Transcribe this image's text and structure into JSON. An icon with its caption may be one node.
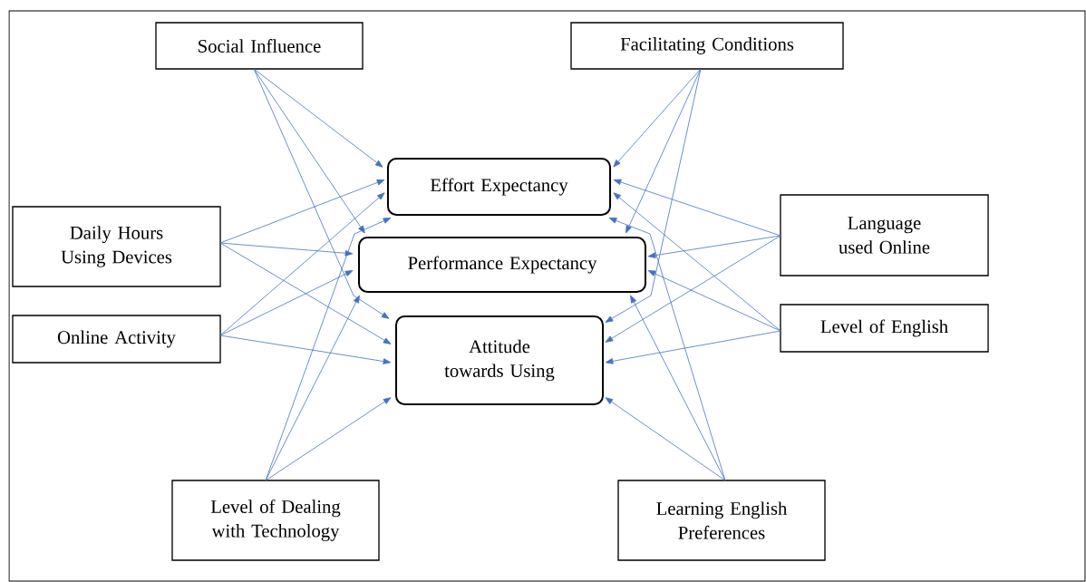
{
  "diagram": {
    "nodes": [
      {
        "text": [
          "Social Influence"
        ]
      },
      {
        "text": [
          "Facilitating Conditions"
        ]
      },
      {
        "text": [
          "Effort Expectancy"
        ]
      },
      {
        "text": [
          "Daily Hours Using Devices"
        ]
      },
      {
        "text": [
          "Language used Online"
        ]
      },
      {
        "text": [
          "Performance Expectancy"
        ]
      },
      {
        "text": [
          "Online Activity"
        ]
      },
      {
        "text": [
          "Level of English"
        ]
      },
      {
        "text": [
          "Attitude towards Using"
        ]
      },
      {
        "text": [
          "Level of Dealing with Technology"
        ]
      },
      {
        "text": [
          "Learning English Preferences"
        ]
      }
    ],
    "edges": [
      {
        "from": 0,
        "to": 2,
        "arrow": "to"
      },
      {
        "from": 0,
        "to": 5,
        "arrow": "to"
      },
      {
        "from": 0,
        "to": 8,
        "arrow": "to"
      },
      {
        "from": 1,
        "to": 2,
        "arrow": "to"
      },
      {
        "from": 1,
        "to": 5,
        "arrow": "to"
      },
      {
        "from": 1,
        "to": 8,
        "arrow": "to"
      },
      {
        "from": 3,
        "to": 2,
        "arrow": "to"
      },
      {
        "from": 3,
        "to": 5,
        "arrow": "to"
      },
      {
        "from": 3,
        "to": 8,
        "arrow": "to"
      },
      {
        "from": 4,
        "to": 2,
        "arrow": "to"
      },
      {
        "from": 4,
        "to": 5,
        "arrow": "to"
      },
      {
        "from": 4,
        "to": 8,
        "arrow": "to"
      },
      {
        "from": 6,
        "to": 2,
        "arrow": "to"
      },
      {
        "from": 6,
        "to": 5,
        "arrow": "to"
      },
      {
        "from": 6,
        "to": 8,
        "arrow": "to"
      },
      {
        "from": 7,
        "to": 2,
        "arrow": "to"
      },
      {
        "from": 7,
        "to": 5,
        "arrow": "to"
      },
      {
        "from": 7,
        "to": 8,
        "arrow": "to"
      },
      {
        "from": 9,
        "to": 2,
        "arrow": "to"
      },
      {
        "from": 9,
        "to": 5,
        "arrow": "to"
      },
      {
        "from": 9,
        "to": 8,
        "arrow": "to"
      },
      {
        "from": 10,
        "to": 2,
        "arrow": "to"
      },
      {
        "from": 10,
        "to": 5,
        "arrow": "to"
      },
      {
        "from": 10,
        "to": 8,
        "arrow": "to"
      }
    ]
  }
}
